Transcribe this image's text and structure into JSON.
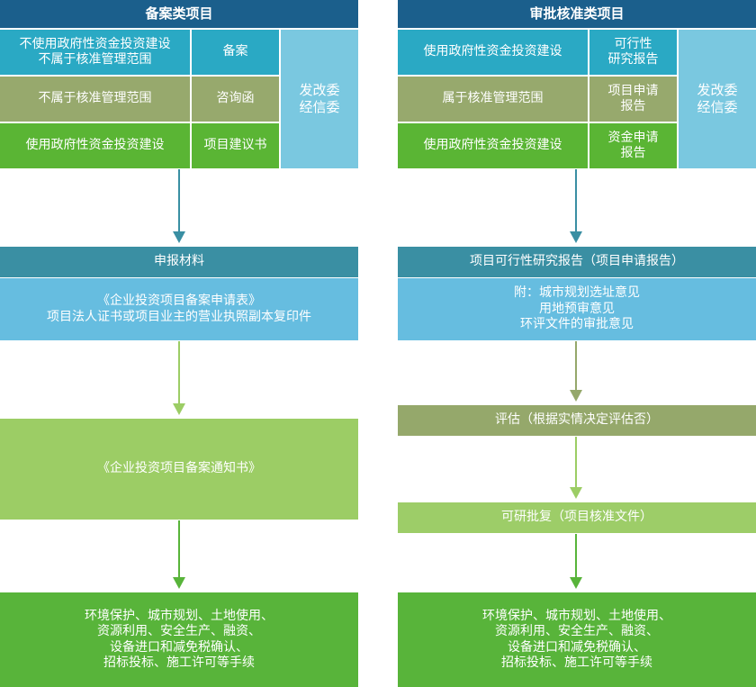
{
  "colors": {
    "header": "#1b5f8c",
    "teal": "#2aa9c4",
    "olive": "#97a96d",
    "green": "#5ab534",
    "light_blue": "#7ac8e0",
    "dark_teal": "#3a8fa3",
    "sky": "#66bde0",
    "lime": "#9ccd65",
    "arrow_teal": "#3a8fa3",
    "arrow_lime": "#9ccd65",
    "arrow_green": "#58b43a"
  },
  "left": {
    "title": "备案类项目",
    "rows": [
      {
        "condition": "不使用政府性资金投资建设\n不属于核准管理范围",
        "document": "备案"
      },
      {
        "condition": "不属于核准管理范围",
        "document": "咨询函"
      },
      {
        "condition": "使用政府性资金投资建设",
        "document": "项目建议书"
      }
    ],
    "authority": "发改委\n经信委",
    "materials_header": "申报材料",
    "materials_body": "《企业投资项目备案申请表》\n项目法人证书或项目业主的营业执照副本复印件",
    "notice": "《企业投资项目备案通知书》",
    "final": "环境保护、城市规划、土地使用、\n资源利用、安全生产、融资、\n设备进口和减免税确认、\n招标投标、施工许可等手续"
  },
  "right": {
    "title": "审批核准类项目",
    "rows": [
      {
        "condition": "使用政府性资金投资建设",
        "document": "可行性\n研究报告"
      },
      {
        "condition": "属于核准管理范围",
        "document": "项目申请\n报告"
      },
      {
        "condition": "使用政府性资金投资建设",
        "document": "资金申请\n报告"
      }
    ],
    "authority": "发改委\n经信委",
    "report_header": "项目可行性研究报告（项目申请报告）",
    "report_body": "附：城市规划选址意见\n用地预审意见\n环评文件的审批意见",
    "assessment": "评估（根据实情决定评估否）",
    "approval": "可研批复（项目核准文件）",
    "final": "环境保护、城市规划、土地使用、\n资源利用、安全生产、融资、\n设备进口和减免税确认、\n招标投标、施工许可等手续"
  }
}
